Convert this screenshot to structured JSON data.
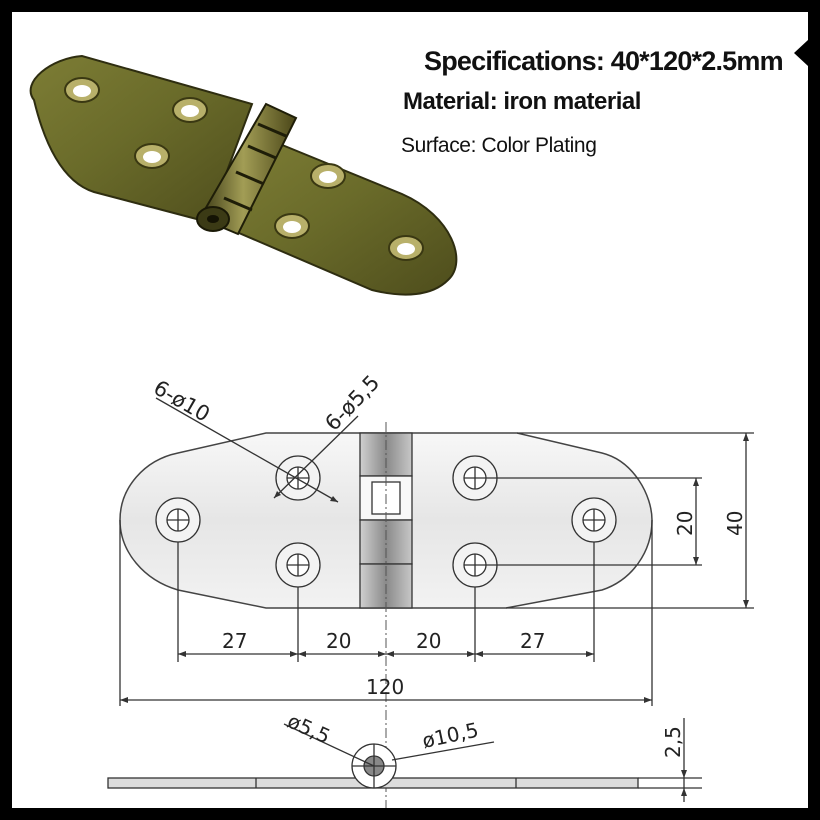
{
  "specs": {
    "title": "Specifications: 40*120*2.5mm",
    "material": "Material: iron material",
    "surface": "Surface: Color Plating"
  },
  "drawing": {
    "labels": {
      "hole_large": "6-ø10",
      "hole_small": "6-ø5,5",
      "dim_27_left": "27",
      "dim_20_left": "20",
      "dim_20_right": "20",
      "dim_27_right": "27",
      "dim_120": "120",
      "dim_20_vertical": "20",
      "dim_40_vertical": "40",
      "pin_diameter": "ø5,5",
      "knuckle_diameter": "ø10,5",
      "thickness": "2,5"
    }
  },
  "colors": {
    "plate_gold": "#6f7230",
    "plate_dark": "#3e3d17",
    "line": "#333333",
    "background": "#ffffff",
    "border": "#000000"
  }
}
